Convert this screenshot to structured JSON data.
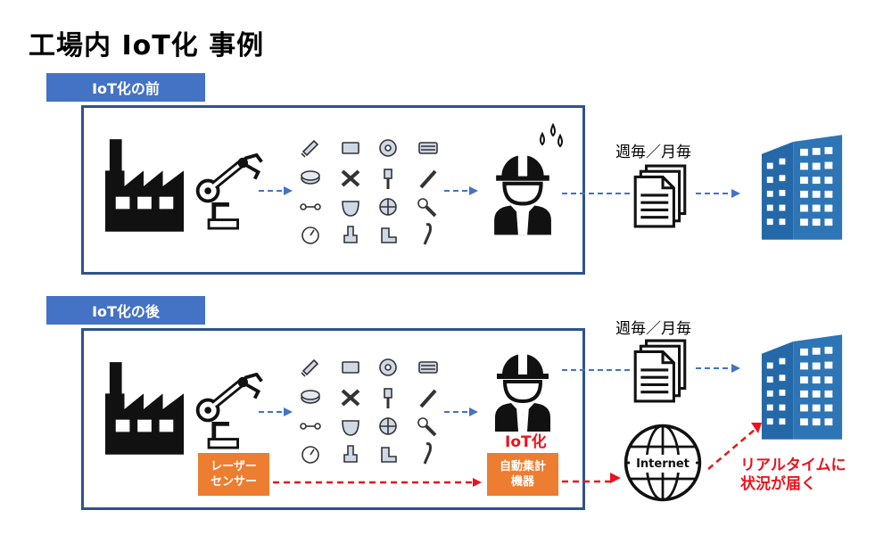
{
  "title": "工場内 IoT化 事例",
  "before": {
    "tab_label": "IoT化の前",
    "report_label": "週毎／月毎"
  },
  "after": {
    "tab_label": "IoT化の後",
    "report_label": "週毎／月毎",
    "iot_label": "IoT化",
    "sensor_box": {
      "line1": "レーザー",
      "line2": "センサー"
    },
    "device_box": {
      "line1": "自動集計",
      "line2": "機器"
    },
    "internet_label": "Internet",
    "realtime_label": {
      "line1": "リアルタイムに",
      "line2": "状況が届く"
    }
  },
  "colors": {
    "panel_border": "#2f528f",
    "tab_fill": "#4472c4",
    "orange": "#ed7d31",
    "red": "#e8141d",
    "arrow_blue": "#4472c4",
    "building_blue": "#2e75b6"
  }
}
